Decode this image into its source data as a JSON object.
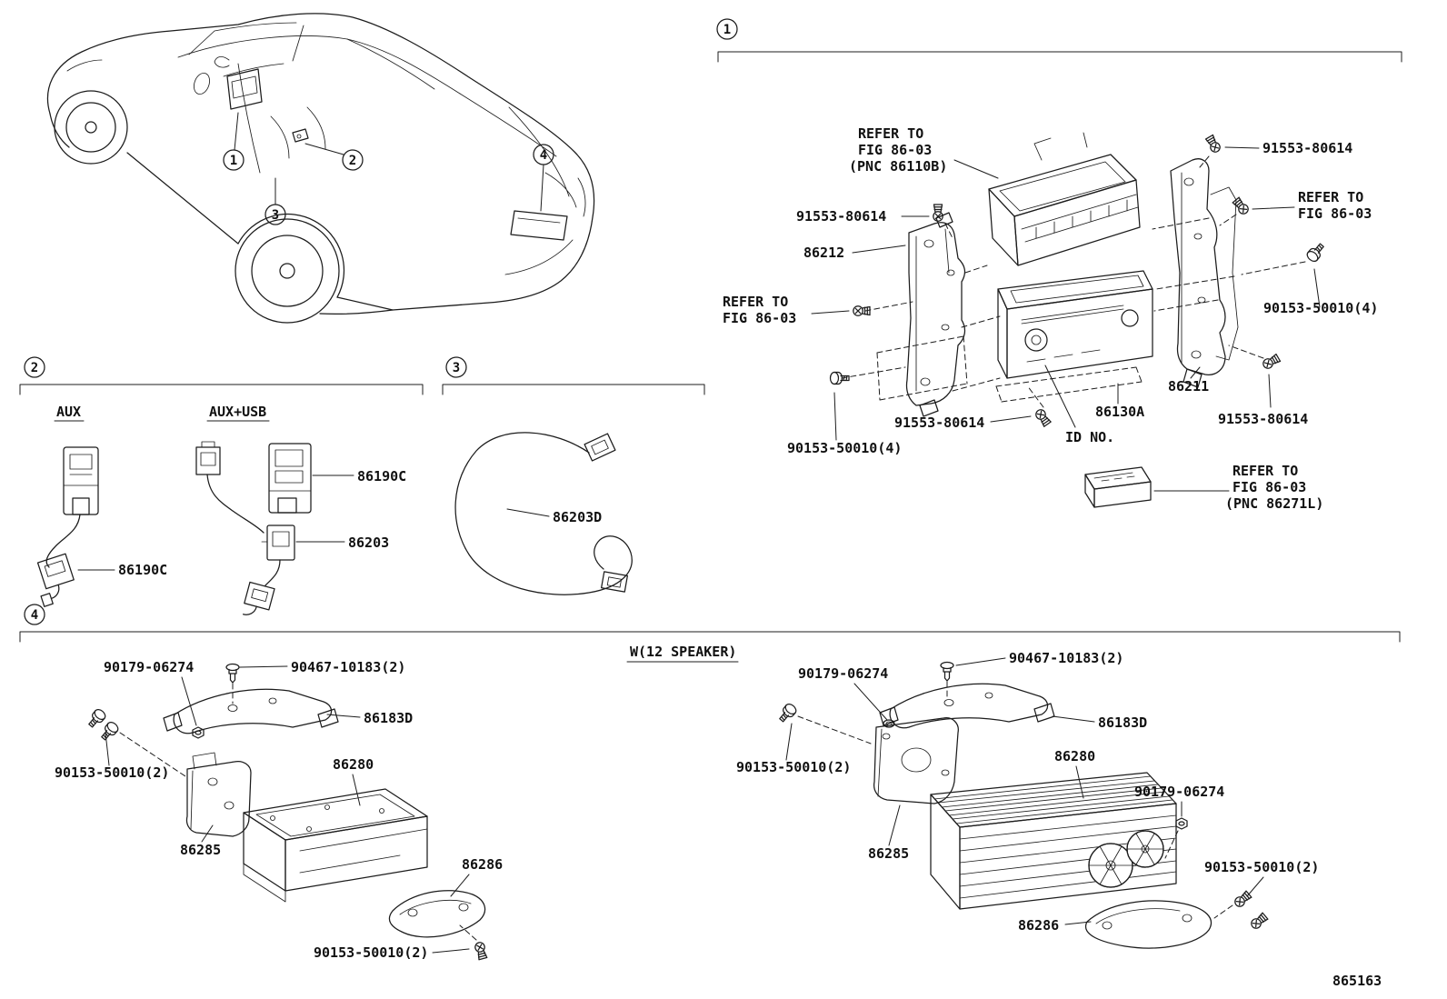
{
  "markers": {
    "m1": "1",
    "m2": "2",
    "m3": "3",
    "m4": "4"
  },
  "footer": {
    "code": "865163"
  },
  "s1": {
    "refer_top": [
      "REFER TO",
      "FIG 86-03",
      "(PNC 86110B)"
    ],
    "refer_left": [
      "REFER TO",
      "FIG 86-03"
    ],
    "refer_right": [
      "REFER TO",
      "FIG 86-03"
    ],
    "refer_bottom": [
      "REFER TO",
      "FIG 86-03",
      "(PNC 86271L)"
    ],
    "screw": "91553-80614",
    "bolt4": "90153-50010(4)",
    "bracket_left": "86212",
    "bracket_right": "86211",
    "head_unit": "86130A",
    "id_no": "ID NO."
  },
  "s2": {
    "aux": "AUX",
    "aux_usb": "AUX+USB",
    "jack": "86190C",
    "wire": "86203"
  },
  "s3": {
    "wire": "86203D"
  },
  "s4": {
    "speaker_note": "W(12 SPEAKER)",
    "bolt_top": "90179-06274",
    "clip": "90467-10183(2)",
    "bracket_top": "86183D",
    "amplifier": "86280",
    "screw2": "90153-50010(2)",
    "bracket_side": "86285",
    "bracket_bottom": "86286"
  }
}
